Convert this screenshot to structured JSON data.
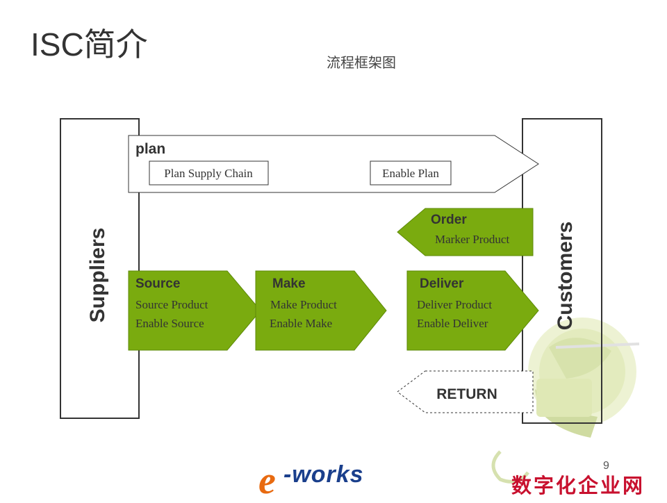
{
  "slide": {
    "title": "ISC简介",
    "subtitle": "流程框架图",
    "page_number": "9"
  },
  "diagram": {
    "suppliers_label": "Suppliers",
    "customers_label": "Customers",
    "plan": {
      "heading": "plan",
      "boxes": [
        "Plan Supply Chain",
        "Enable Plan"
      ]
    },
    "order": {
      "heading": "Order",
      "line": "Marker Product"
    },
    "source": {
      "heading": "Source",
      "lines": [
        "Source Product",
        "Enable Source"
      ]
    },
    "make": {
      "heading": "Make",
      "lines": [
        "Make Product",
        "Enable Make"
      ]
    },
    "deliver": {
      "heading": "Deliver",
      "lines": [
        "Deliver Product",
        "Enable Deliver"
      ]
    },
    "return_label": "RETURN"
  },
  "branding": {
    "logo_e": "e",
    "logo_works": "-works",
    "brand_cn": "数字化企业网"
  },
  "colors": {
    "process_green": "#7aab0f",
    "text_dark": "#333333",
    "brand_red": "#c8102e",
    "logo_orange": "#e86a10",
    "logo_blue": "#1a3f8c"
  }
}
